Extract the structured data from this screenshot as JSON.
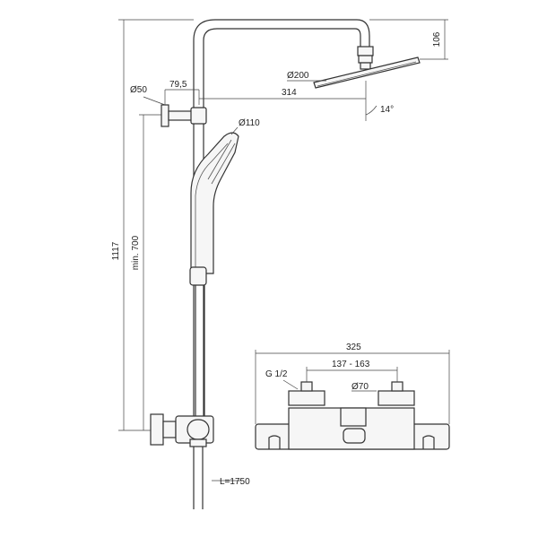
{
  "diagram": {
    "dimensions": {
      "total_height": "1117",
      "min_height": "min. 700",
      "wall_flange_diameter": "Ø50",
      "wall_offset": "79,5",
      "arm_reach": "314",
      "overhead_diameter": "Ø200",
      "overhead_height": "106",
      "tilt_angle": "14°",
      "handshower_diameter": "Ø110",
      "hose_length": "L=1750",
      "mixer_width": "325",
      "inlet_spacing": "137 - 163",
      "inlet_thread": "G 1/2",
      "knob_diameter": "Ø70"
    }
  }
}
